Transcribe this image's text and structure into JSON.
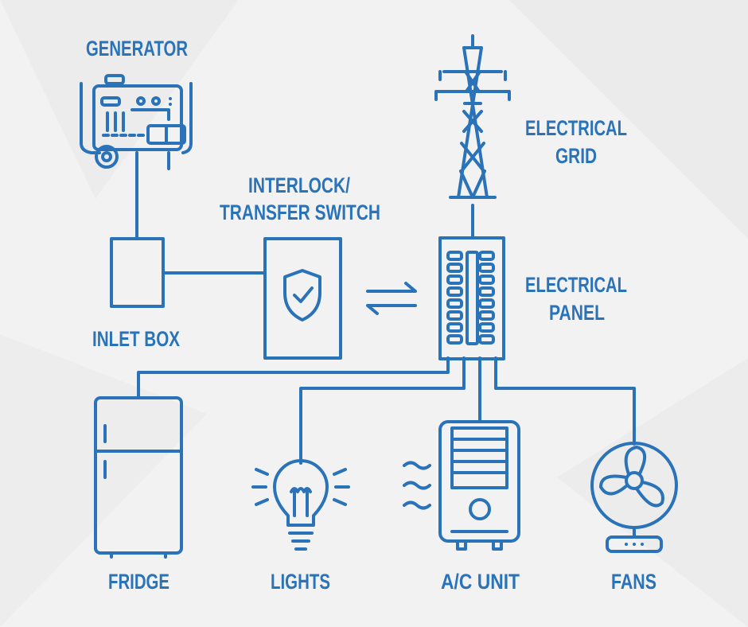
{
  "colors": {
    "accent": "#2a73b8",
    "background": "#f2f2f2"
  },
  "labels": {
    "generator": "GENERATOR",
    "grid_line1": "ELECTRICAL",
    "grid_line2": "GRID",
    "switch_line1": "INTERLOCK/",
    "switch_line2": "TRANSFER SWITCH",
    "panel_line1": "ELECTRICAL",
    "panel_line2": "PANEL",
    "inlet_box": "INLET BOX",
    "fridge": "FRIDGE",
    "lights": "LIGHTS",
    "ac_unit": "A/C UNIT",
    "fans": "FANS"
  }
}
